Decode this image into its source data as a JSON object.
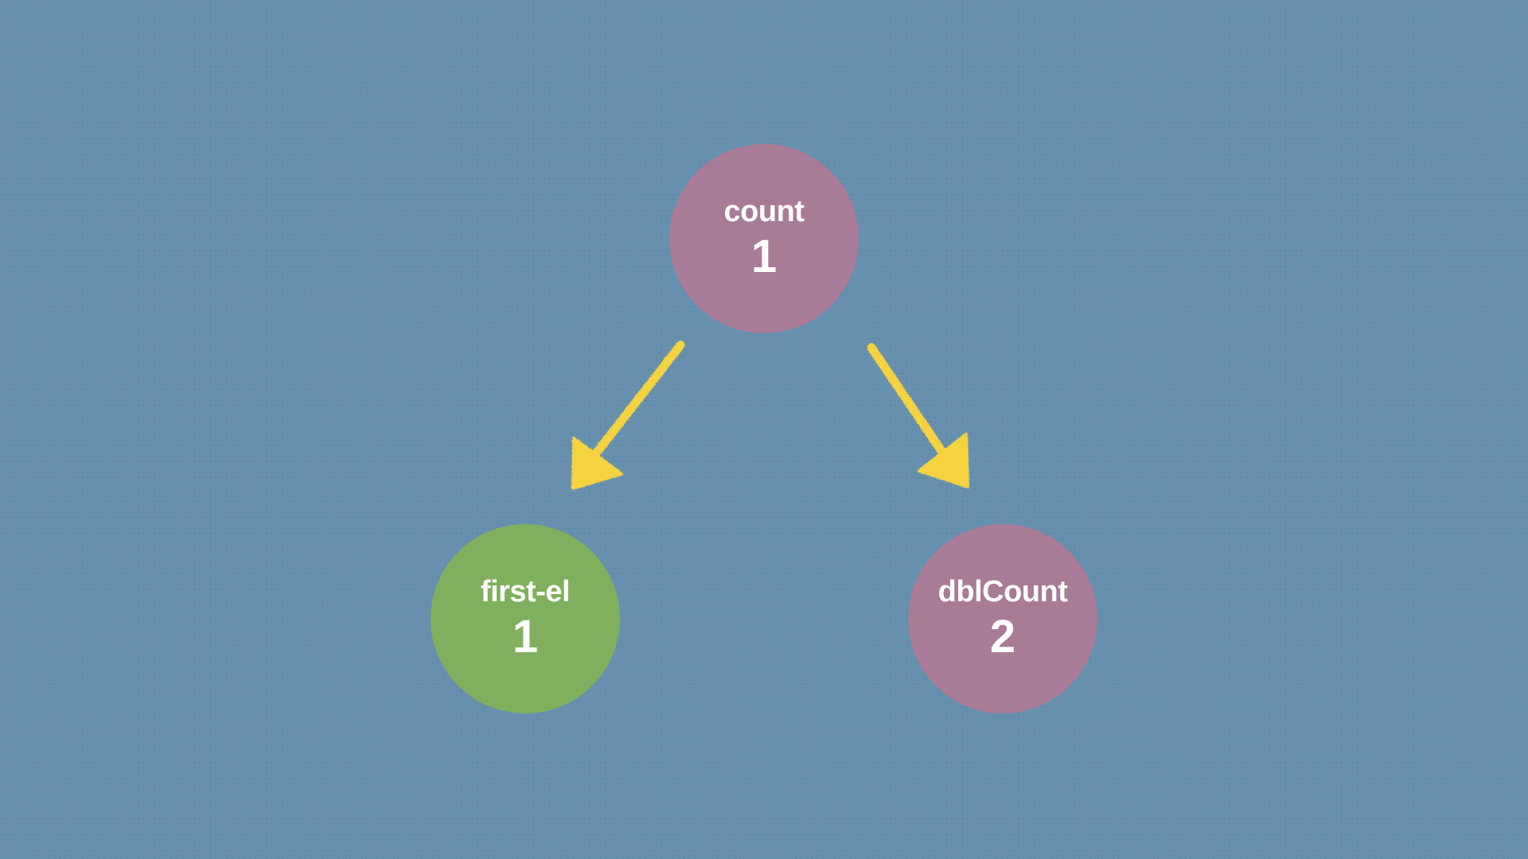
{
  "colors": {
    "background": "#668fae",
    "signal_node": "#a87b96",
    "effect_node": "#80b05e",
    "arrow": "#f5d33f",
    "text": "#ffffff"
  },
  "nodes": {
    "count": {
      "label": "count",
      "value": "1",
      "kind": "signal"
    },
    "first_el": {
      "label": "first-el",
      "value": "1",
      "kind": "effect"
    },
    "dbl_count": {
      "label": "dblCount",
      "value": "2",
      "kind": "signal"
    }
  },
  "edges": [
    {
      "from": "count",
      "to": "first_el"
    },
    {
      "from": "count",
      "to": "dbl_count"
    }
  ]
}
